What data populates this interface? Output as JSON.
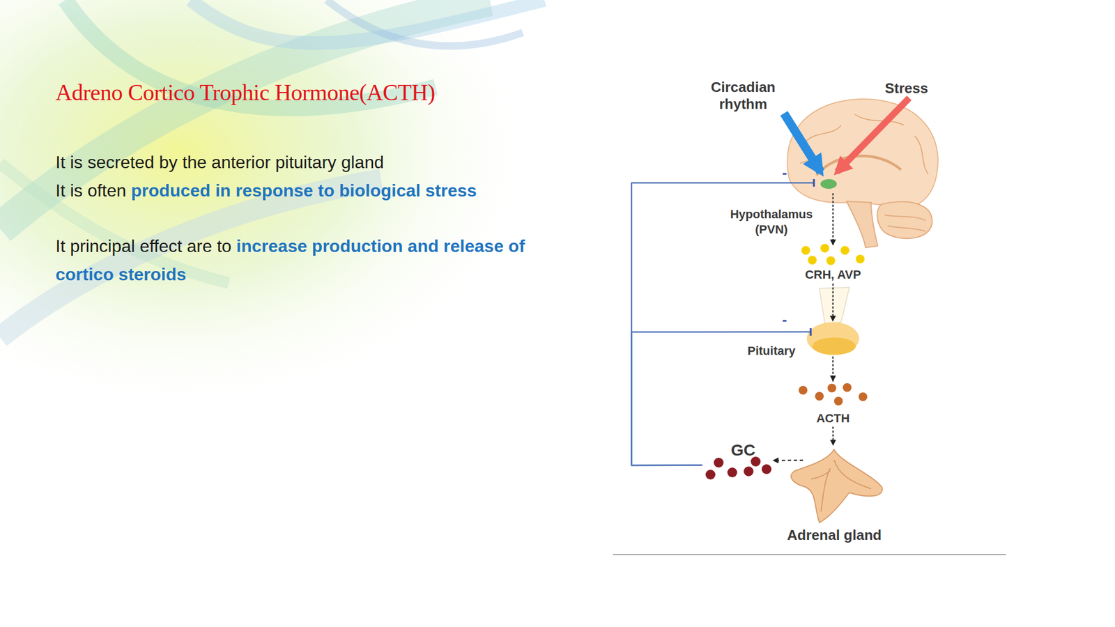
{
  "diagram": {
    "title": "Adreno Cortico Trophic Hormone(ACTH)",
    "nodes": [
      {
        "text": [
          "Circadian rhythm"
        ]
      },
      {
        "text": [
          "Stress"
        ]
      },
      {
        "text": [
          "Hypothalamus (PVN)"
        ]
      },
      {
        "text": [
          "CRH, AVP"
        ]
      },
      {
        "text": [
          "Pituitary"
        ]
      },
      {
        "text": [
          "ACTH"
        ]
      },
      {
        "text": [
          "GC"
        ]
      },
      {
        "text": [
          "Adrenal gland"
        ]
      }
    ],
    "edges": [
      {
        "from": 0,
        "to": 2,
        "arrow": "to"
      },
      {
        "from": 1,
        "to": 2,
        "arrow": "to"
      },
      {
        "from": 2,
        "to": 3,
        "arrow": "to"
      },
      {
        "from": 3,
        "to": 4,
        "arrow": "to"
      },
      {
        "from": 4,
        "to": 5,
        "arrow": "to"
      },
      {
        "from": 5,
        "to": 7,
        "arrow": "to"
      },
      {
        "from": 7,
        "to": 6,
        "arrow": "to"
      },
      {
        "from": 6,
        "to": 2,
        "label": "-",
        "arrow": "to"
      },
      {
        "from": 6,
        "to": 4,
        "label": "-",
        "arrow": "to"
      }
    ],
    "labels": [
      "It is secreted by the anterior pituitary gland",
      "It is often",
      "produced in response to biological stress",
      "It principal effect are to",
      "increase production and release of cortico steroids"
    ]
  }
}
